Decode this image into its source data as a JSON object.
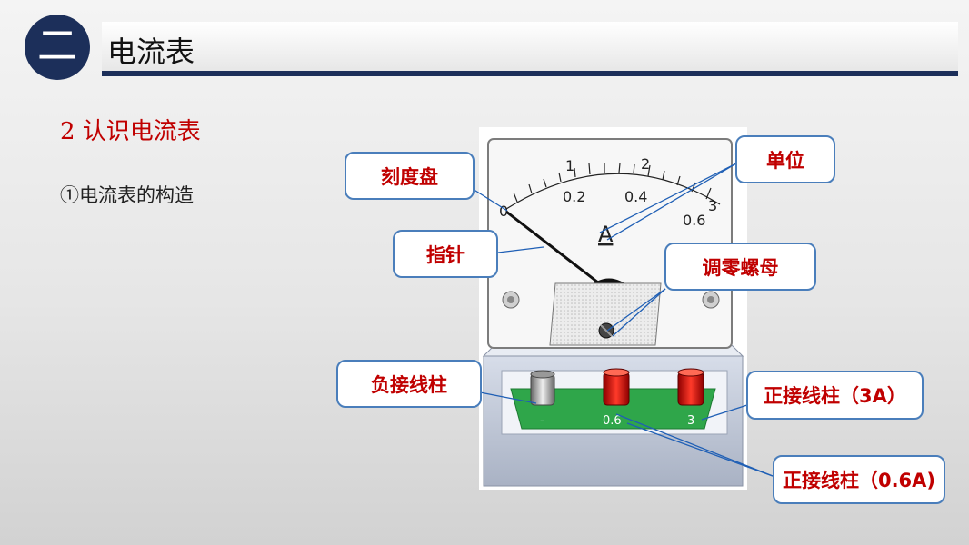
{
  "header": {
    "section_number": "二",
    "title": "电流表",
    "accent_color": "#1c2f5a"
  },
  "subtitle": "2 认识电流表",
  "bullet": "①电流表的构造",
  "meter": {
    "scale_top": [
      "1",
      "2",
      "3"
    ],
    "scale_bottom": [
      "0",
      "0.2",
      "0.4",
      "0.6"
    ],
    "unit_symbol": "A",
    "terminal_labels": [
      "-",
      "0.6",
      "3"
    ]
  },
  "callouts": {
    "dial": "刻度盘",
    "unit": "单位",
    "pointer": "指针",
    "zero_adjust": "调零螺母",
    "negative_terminal": "负接线柱",
    "positive_3a": "正接线柱（3A）",
    "positive_06a": "正接线柱（0.6A)"
  },
  "label_color": "#c00000",
  "callout_border_color": "#4a7ebb"
}
